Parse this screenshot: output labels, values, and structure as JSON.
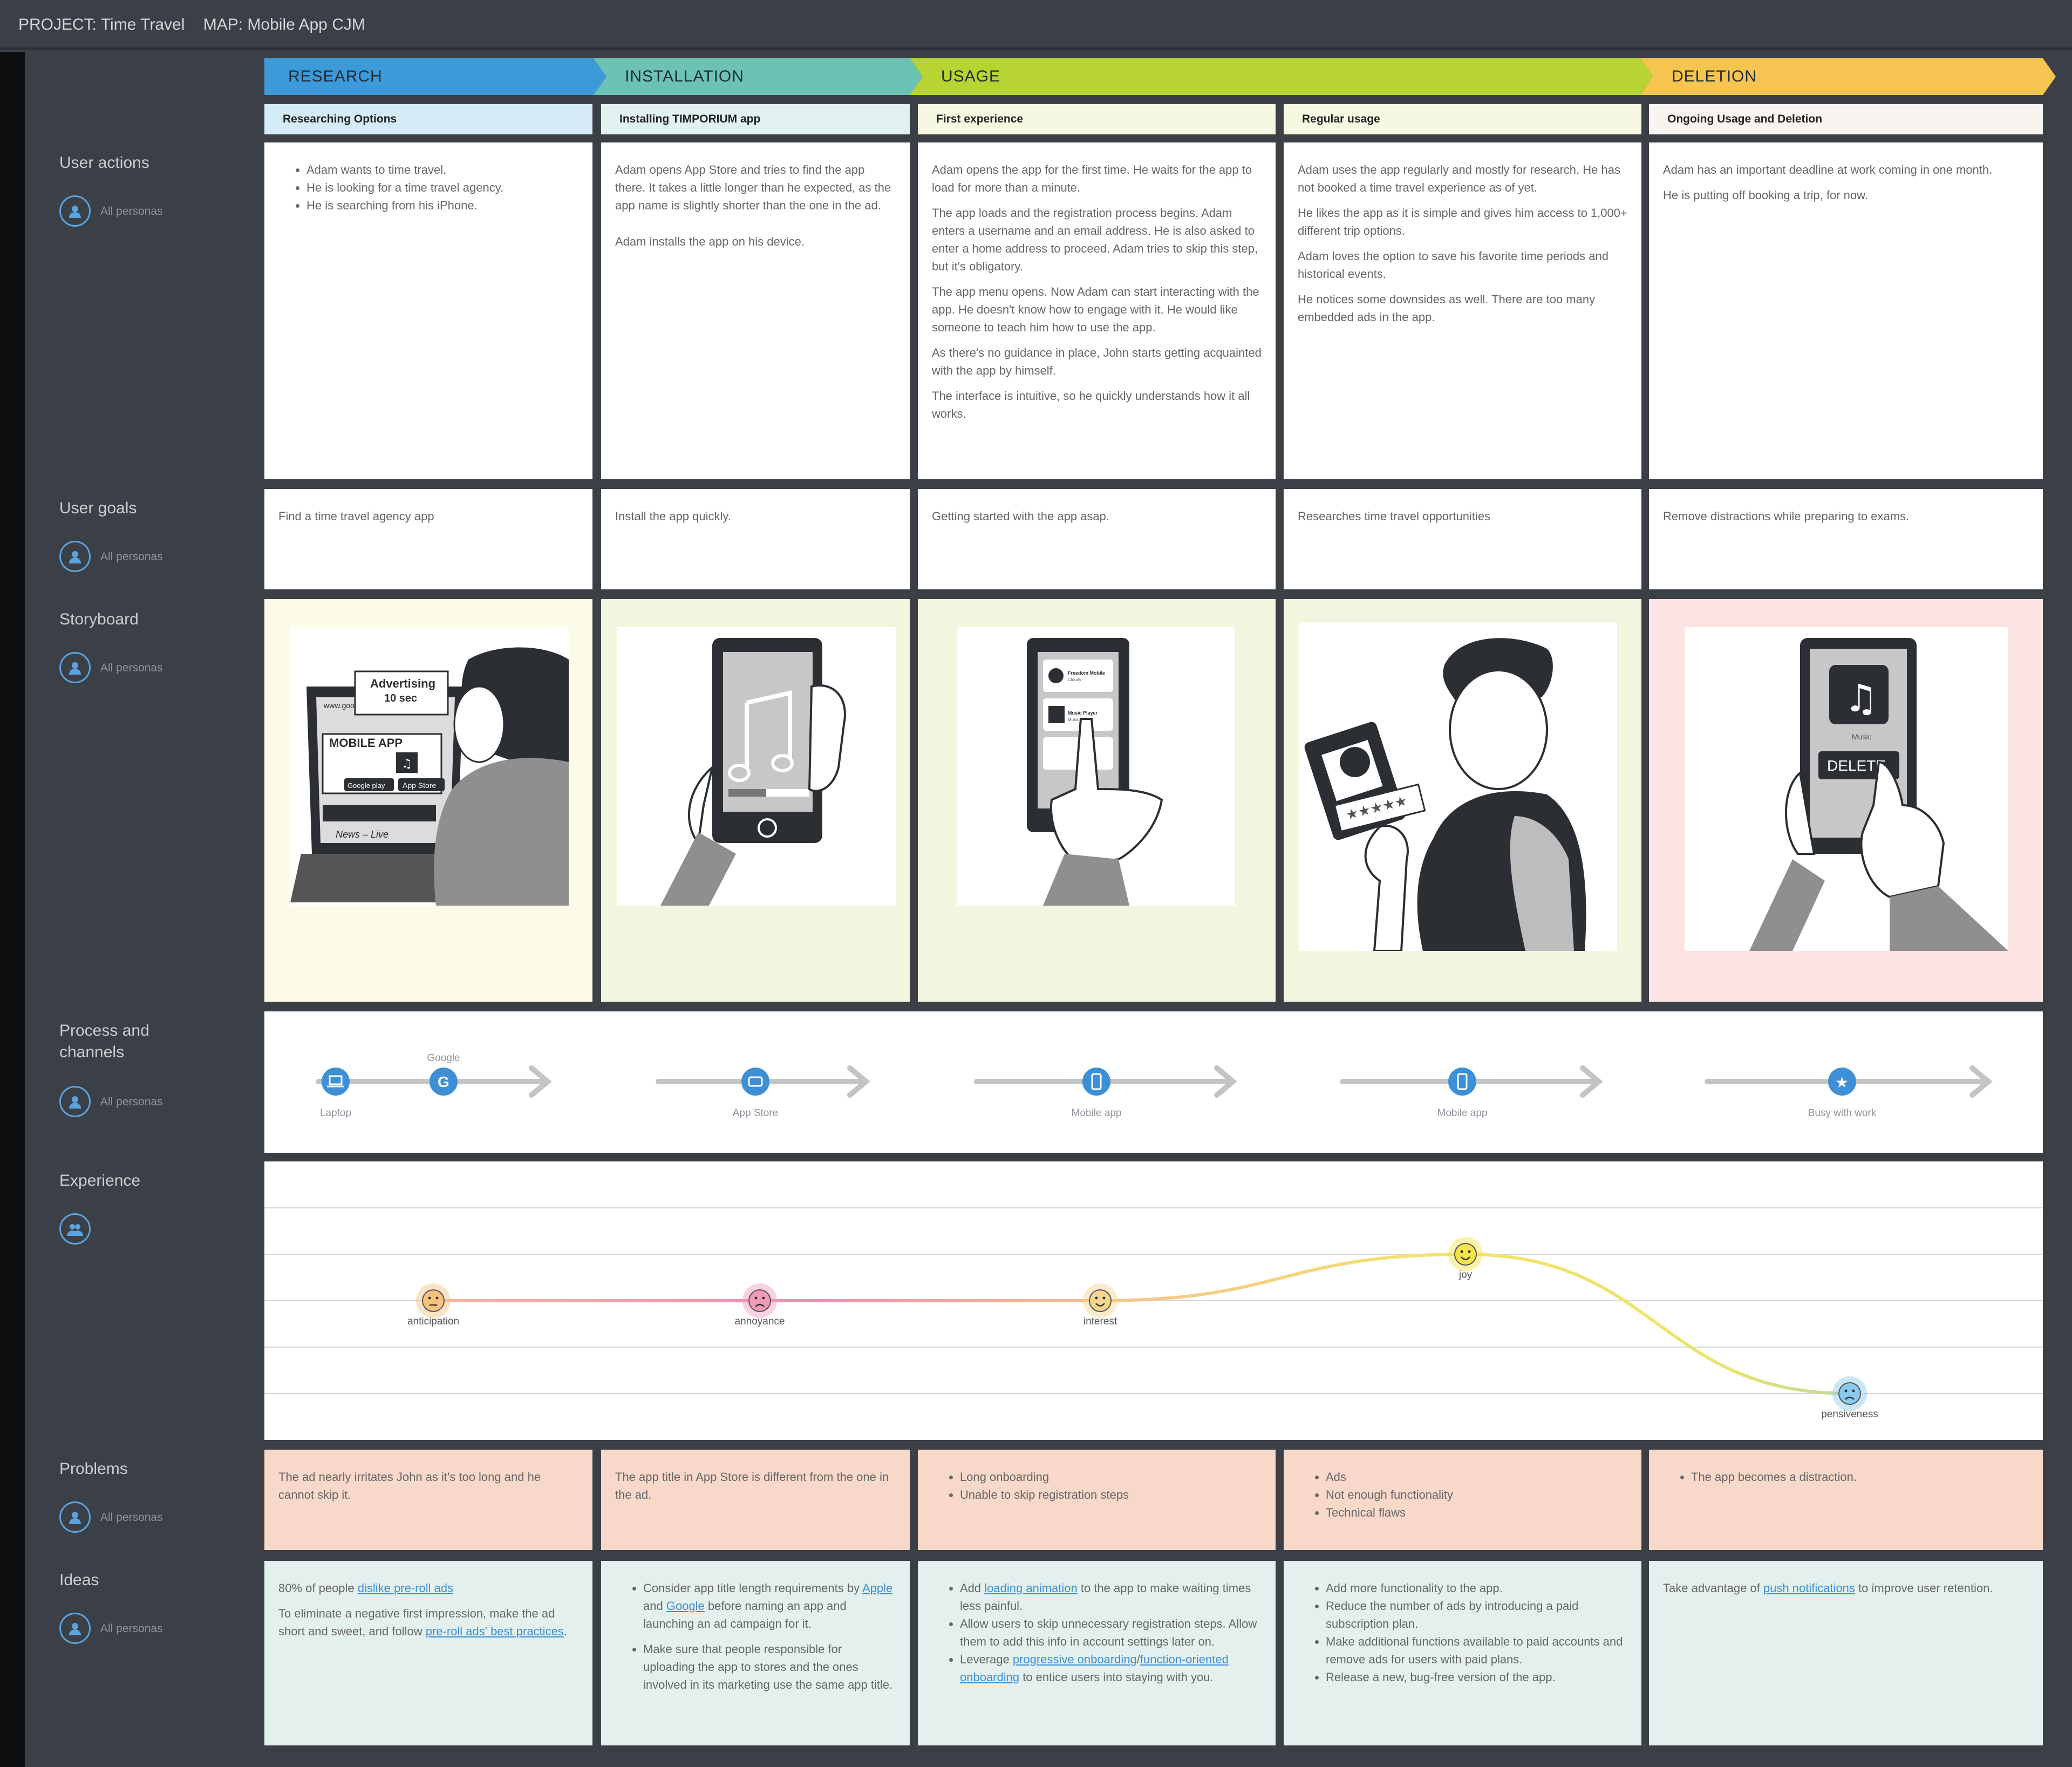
{
  "header": {
    "project": "PROJECT: Time Travel",
    "map": "MAP: Mobile App CJM"
  },
  "stages": [
    {
      "label": "RESEARCH",
      "color": "#3d9ad9"
    },
    {
      "label": "INSTALLATION",
      "color": "#6cc3b3"
    },
    {
      "label": "USAGE",
      "color": "#b8d432"
    },
    {
      "label": "DELETION",
      "color": "#f6c451"
    }
  ],
  "substages": [
    {
      "label": "Researching Options",
      "bg": "#d4ebf8"
    },
    {
      "label": "Installing TIMPORIUM app",
      "bg": "#e0f1ef"
    },
    {
      "label": "First experience",
      "bg": "#f6f8e2"
    },
    {
      "label": "Regular usage",
      "bg": "#f6f8e2"
    },
    {
      "label": "Ongoing Usage and Deletion",
      "bg": "#f8f5f0"
    }
  ],
  "rows": {
    "user_actions": "User actions",
    "user_goals": "User goals",
    "storyboard": "Storyboard",
    "process": "Process and channels",
    "experience": "Experience",
    "problems": "Problems",
    "ideas": "Ideas",
    "persona": "All personas"
  },
  "actions": {
    "c1": [
      "Adam wants to time travel.",
      "He is looking for a time travel agency.",
      "He is searching from his iPhone."
    ],
    "c2": [
      "Adam opens App Store and tries to find the app there. It takes a little longer than he expected, as the app name is slightly shorter than the one in the ad.",
      "Adam installs the app on his device."
    ],
    "c3": [
      "Adam opens the app for the first time. He waits for the app to load for more than a minute.",
      "The app loads and the registration process begins. Adam enters a username and an email address. He is also asked to enter a home address to proceed. Adam tries to skip this step, but it's obligatory.",
      "The app menu opens. Now Adam can start interacting with the app. He doesn't know how to engage with it. He would like someone to teach him how to use the app.",
      "As there's no guidance in place, John starts getting acquainted with the app by himself.",
      "The interface is intuitive, so he quickly understands how it all works."
    ],
    "c4": [
      "Adam uses the app regularly and mostly for research. He has not booked a time travel experience as of yet.",
      "He likes the app as it is simple and gives him access to 1,000+ different trip options.",
      "Adam loves the option to save his favorite time periods and historical events.",
      " He notices some downsides as well. There are too many embedded ads in the app."
    ],
    "c5": [
      "Adam has an important deadline at work coming in one month.",
      "He is putting off booking a trip, for now."
    ]
  },
  "goals": [
    "Find a time travel agency app",
    "Install the app quickly.",
    "Getting started with the app asap.",
    "Researches time travel opportunities",
    "Remove distractions while preparing to exams."
  ],
  "storyboard": {
    "c1": {
      "bubble1": "Advertising",
      "bubble2": "10 sec",
      "screen_title": "MOBILE APP",
      "btn1": "Google play",
      "btn2": "App Store",
      "news": "News – Live",
      "url": "www.goo"
    },
    "c3": {
      "app1": "Freedom Mobile",
      "app1sub": "Cloudy",
      "app2": "Music Player",
      "app2sub": "Music"
    },
    "c5": {
      "app_label": "Music",
      "delete": "DELETE"
    }
  },
  "channels": {
    "c1": {
      "laptop": "Laptop",
      "google": "Google"
    },
    "c2": "App Store",
    "c3": "Mobile app",
    "c4": "Mobile app",
    "c5": "Busy with work"
  },
  "experience": {
    "points": [
      {
        "label": "anticipation",
        "level": 3,
        "color": "#f8c27e",
        "face": "neutral"
      },
      {
        "label": "annoyance",
        "level": 3,
        "color": "#f39ab9",
        "face": "sad"
      },
      {
        "label": "interest",
        "level": 3,
        "color": "#f6d58d",
        "face": "smile"
      },
      {
        "label": "joy",
        "level": 4,
        "color": "#f5e44a",
        "face": "happy"
      },
      {
        "label": "pensiveness",
        "level": 1,
        "color": "#8cc9ee",
        "face": "sad"
      }
    ]
  },
  "problems": {
    "c1": "The ad nearly irritates John as it's too long and he cannot skip it.",
    "c2": "The app title in App Store is different from the one in the ad.",
    "c3": [
      "Long onboarding",
      "Unable to skip registration steps"
    ],
    "c4": [
      "Ads",
      "Not enough functionality",
      "Technical flaws"
    ],
    "c5": [
      "The app becomes a distraction."
    ]
  },
  "ideas": {
    "c1": {
      "p1_pre": "80% of people ",
      "p1_link": "dislike pre-roll ads",
      "p2_pre": "To eliminate a negative first impression, make the ad short and sweet, and follow ",
      "p2_link": "pre-roll ads' best practices",
      "p2_post": "."
    },
    "c2": {
      "i1_pre": "Consider app title length requirements by ",
      "i1_link1": "Apple",
      "i1_mid": " and ",
      "i1_link2": "Google",
      "i1_post": " before naming an app and launching an ad campaign for it.",
      "i2": "Make sure that people responsible for uploading the app to stores and the ones involved in its marketing use the same app title."
    },
    "c3": {
      "i1_pre": "Add ",
      "i1_link": "loading animation",
      "i1_post": " to the app to make waiting times less painful.",
      "i2": "Allow users to skip unnecessary registration steps. Allow them to add this info in account settings later on.",
      "i3_pre": "Leverage ",
      "i3_link1": "progressive onboarding",
      "i3_mid": "/",
      "i3_link2": "function-oriented onboarding",
      "i3_post": " to entice users into staying with you."
    },
    "c4": [
      "Add more functionality to the app.",
      "Reduce the number of ads by introducing a paid subscription plan.",
      "Make additional functions available to paid accounts and remove ads for users with paid plans.",
      "Release a new, bug-free version of the app."
    ],
    "c5": {
      "pre": "Take advantage of ",
      "link": "push notifications",
      "post": " to improve user retention."
    }
  }
}
